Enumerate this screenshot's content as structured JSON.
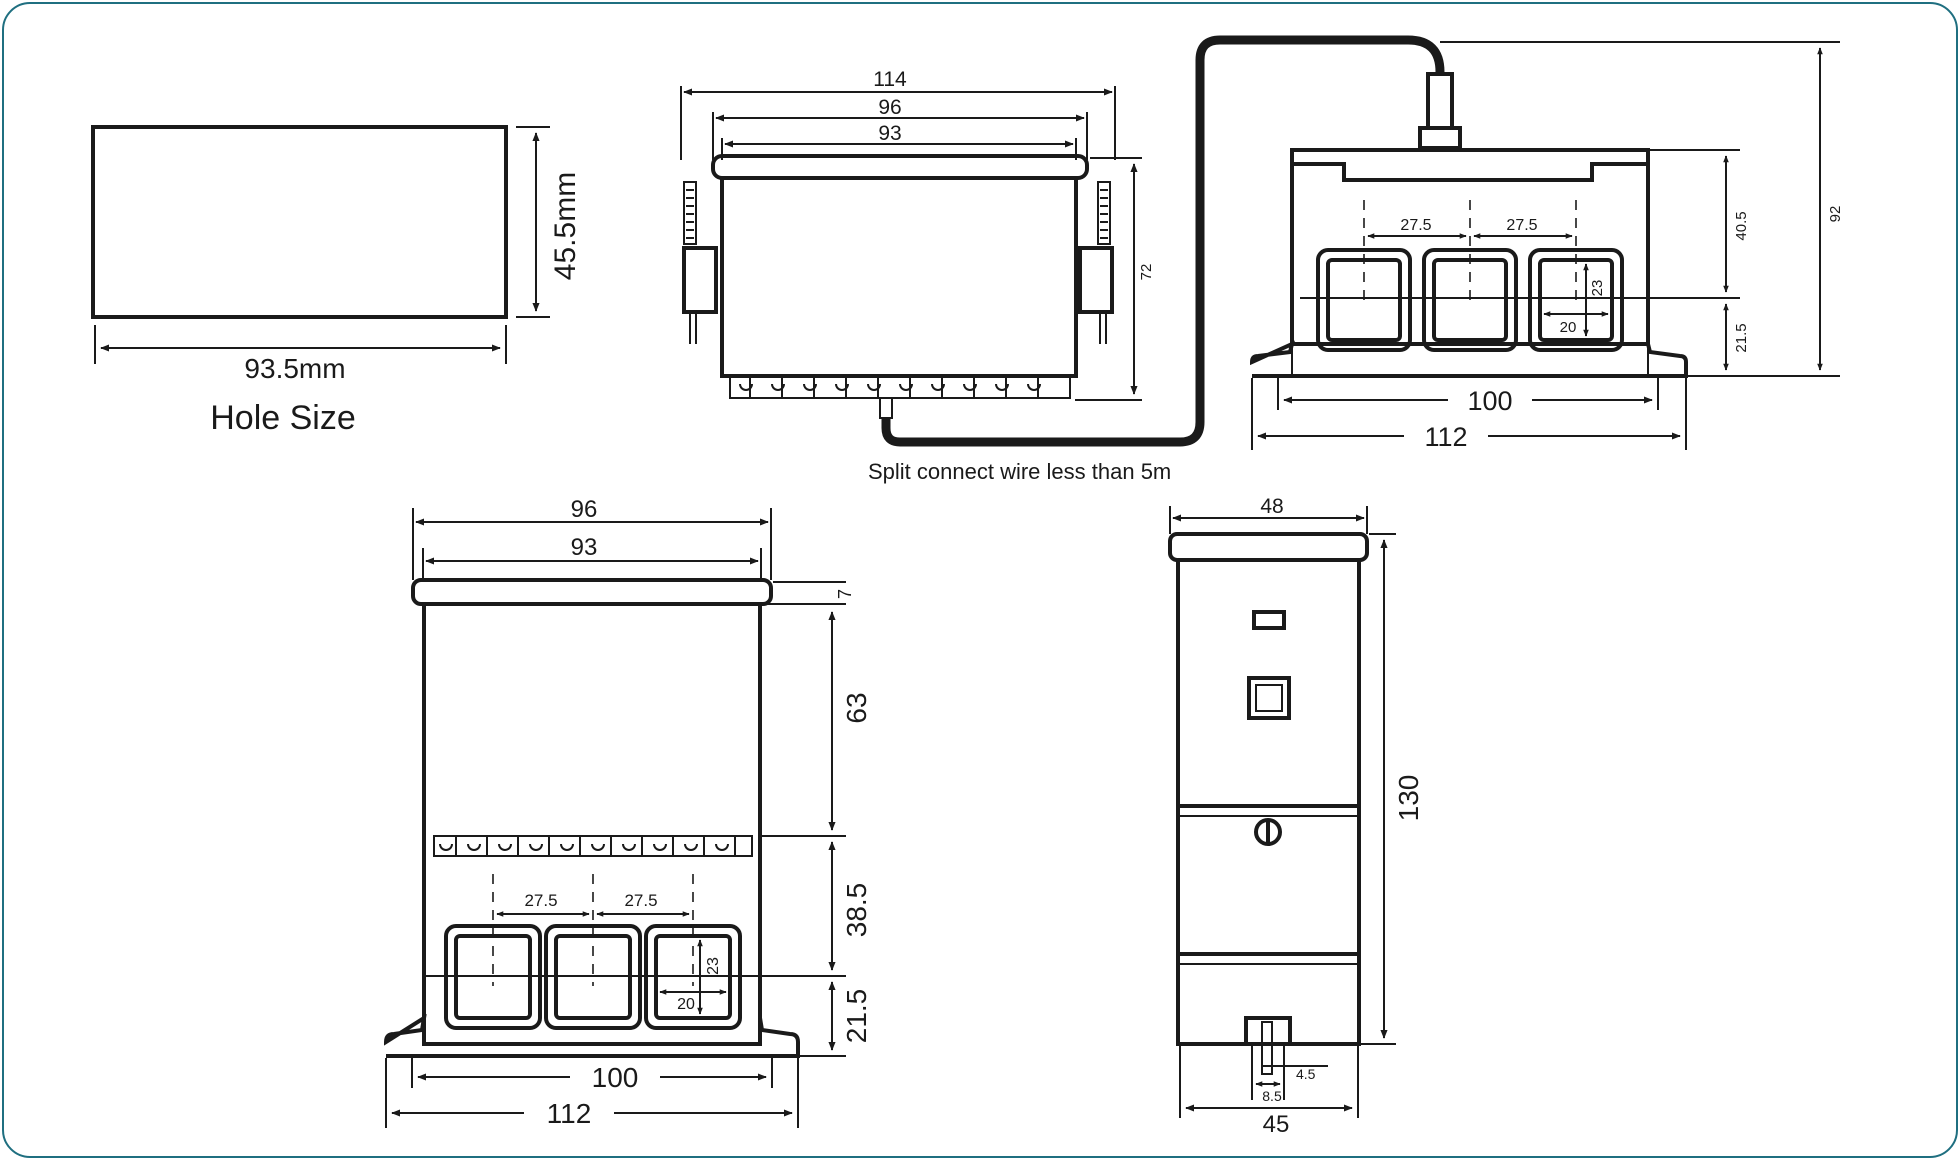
{
  "colors": {
    "frame": "#1f6f80",
    "ink": "#1a1a1a",
    "background": "#ffffff"
  },
  "hole_size": {
    "width_label": "93.5mm",
    "height_label": "45.5mm",
    "caption": "Hole Size"
  },
  "front_view": {
    "dim_114": "114",
    "dim_96": "96",
    "dim_93": "93",
    "dim_72": "72"
  },
  "sensor_top": {
    "dim_27_5_left": "27.5",
    "dim_27_5_right": "27.5",
    "dim_23": "23",
    "dim_20": "20",
    "dim_40_5": "40.5",
    "dim_21_5": "21.5",
    "dim_92": "92",
    "dim_100": "100",
    "dim_112": "112"
  },
  "wire_note": "Split connect wire less than 5m",
  "bottom_front": {
    "dim_96": "96",
    "dim_93": "93",
    "dim_7": "7",
    "dim_63": "63",
    "dim_38_5": "38.5",
    "dim_21_5": "21.5",
    "dim_27_5_left": "27.5",
    "dim_27_5_right": "27.5",
    "dim_23": "23",
    "dim_20": "20",
    "dim_100": "100",
    "dim_112": "112"
  },
  "side_view": {
    "dim_48": "48",
    "dim_130": "130",
    "dim_45": "45",
    "dim_4_5": "4.5",
    "dim_8_5": "8.5"
  }
}
